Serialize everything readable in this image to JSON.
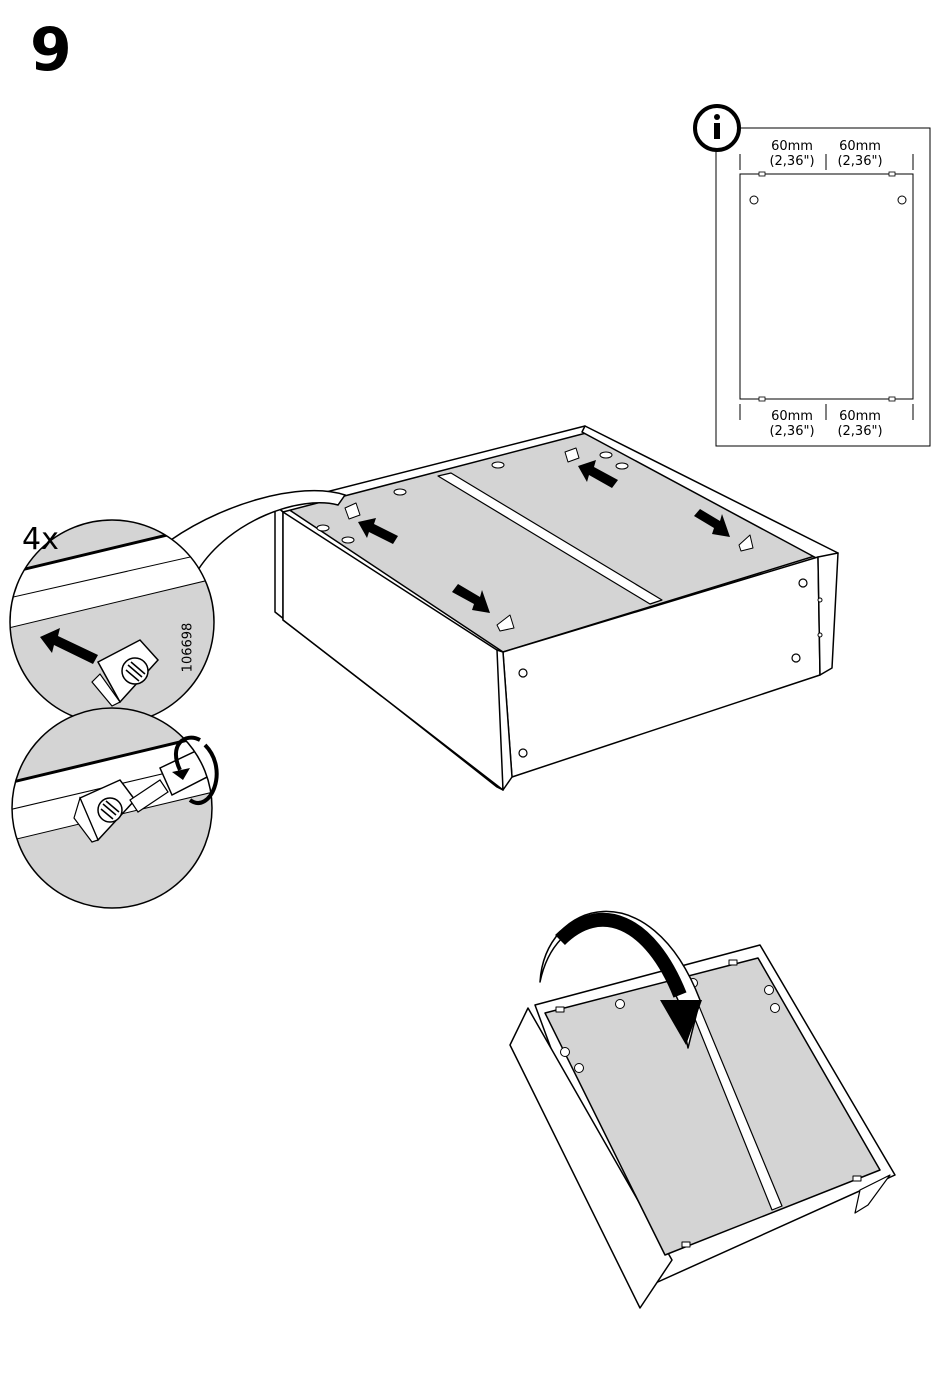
{
  "step": {
    "number": "9"
  },
  "detail": {
    "multiplier": "4x",
    "part_number": "106698"
  },
  "info_panel": {
    "icon": "info-icon",
    "top_dimensions": [
      {
        "mm": "60mm",
        "inch": "(2,36\")"
      },
      {
        "mm": "60mm",
        "inch": "(2,36\")"
      }
    ],
    "bottom_dimensions": [
      {
        "mm": "60mm",
        "inch": "(2,36\")"
      },
      {
        "mm": "60mm",
        "inch": "(2,36\")"
      }
    ]
  },
  "colors": {
    "panel_fill": "#d4d4d4",
    "line": "#000000",
    "background": "#ffffff"
  }
}
